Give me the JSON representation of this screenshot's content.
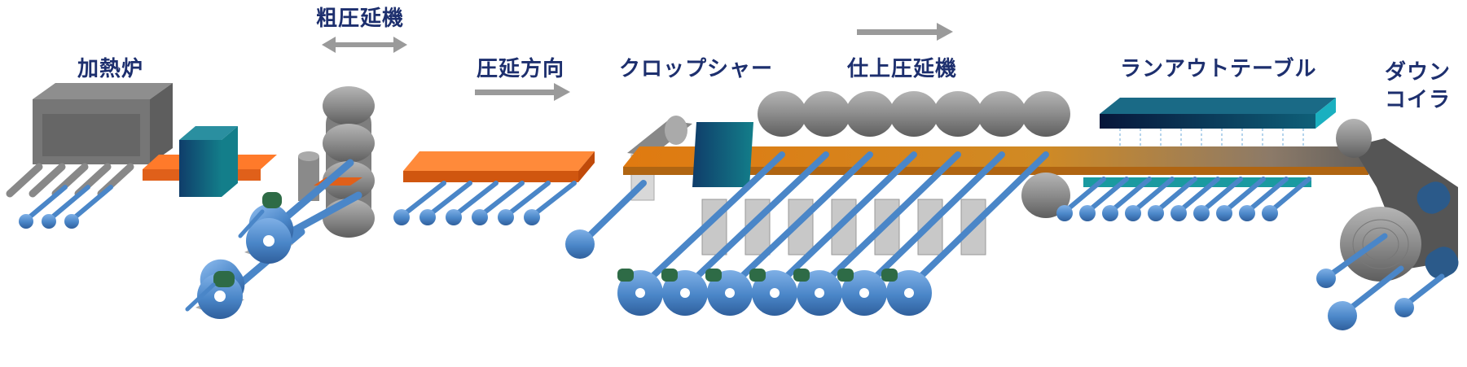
{
  "labels": {
    "furnace": "加熱炉",
    "roughing_mill": "粗圧延機",
    "rolling_direction": "圧延方向",
    "crop_shear": "クロップシャー",
    "finishing_mill": "仕上圧延機",
    "runout_table": "ランアウトテーブル",
    "down_coiler_line1": "ダウン",
    "down_coiler_line2": "コイラ"
  },
  "colors": {
    "steel_slab": "#e0601a",
    "steel_hot_strip": "#e08a1a",
    "roll_gray": "#8a8a8a",
    "motor_blue": "#4a86c8",
    "gear_green": "#2e6b46",
    "cooling_header": "#0a1f4a",
    "label_text": "#1d2f6e",
    "arrow_gray": "#9a9a9a"
  }
}
